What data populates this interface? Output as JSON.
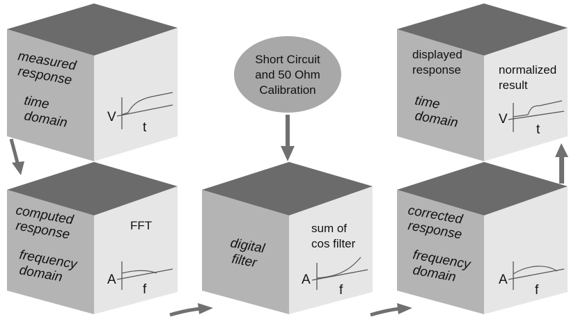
{
  "colors": {
    "top_face": "#6b6b6b",
    "left_face": "#b4b4b4",
    "right_face": "#e6e6e6",
    "line": "#555555",
    "arrow": "#707070",
    "ellipse": "#a8a8a8"
  },
  "calibration": {
    "lines": [
      "Short Circuit",
      "and 50 Ohm",
      "Calibration"
    ]
  },
  "cubes": {
    "measured": {
      "left": [
        "measured",
        "response",
        "time",
        "domain"
      ],
      "right_title": [],
      "y_axis": "V",
      "x_axis": "t"
    },
    "computed": {
      "left": [
        "computed",
        "response",
        "frequency",
        "domain"
      ],
      "right_title": [
        "FFT"
      ],
      "y_axis": "A",
      "x_axis": "f"
    },
    "filter": {
      "left": [
        "digital",
        "filter"
      ],
      "right_title": [
        "sum of",
        "cos filter"
      ],
      "y_axis": "A",
      "x_axis": "f"
    },
    "corrected": {
      "left": [
        "corrected",
        "response",
        "frequency",
        "domain"
      ],
      "right_title": [],
      "y_axis": "A",
      "x_axis": "f"
    },
    "displayed": {
      "left": [
        "displayed",
        "response",
        "time",
        "domain"
      ],
      "right_title": [
        "normalized",
        "result"
      ],
      "y_axis": "V",
      "x_axis": "t"
    }
  }
}
